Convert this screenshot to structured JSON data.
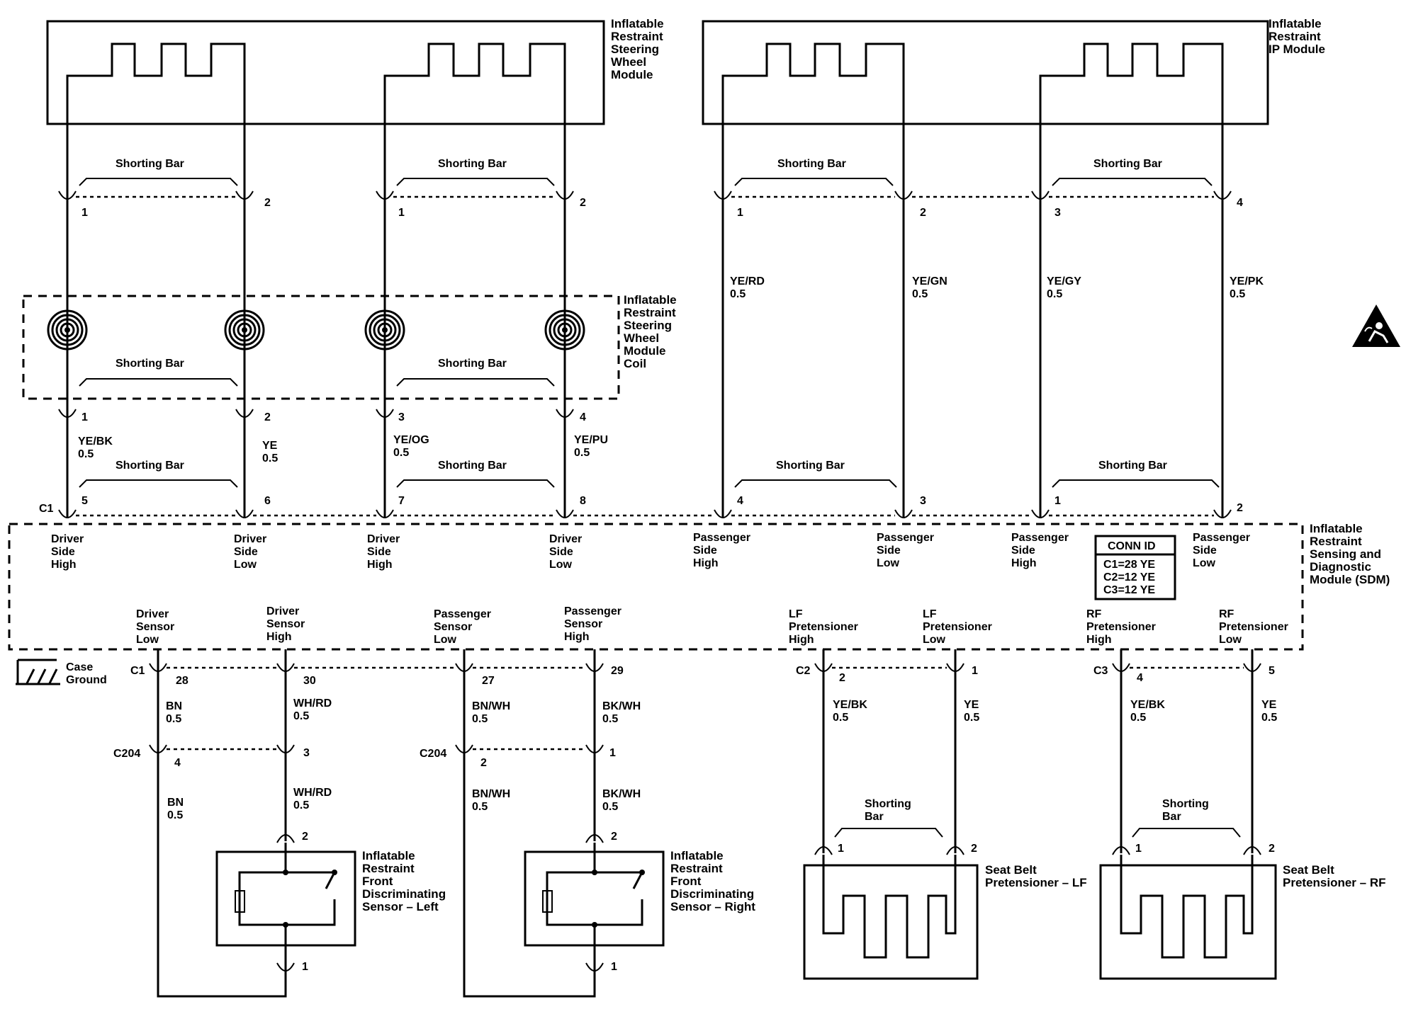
{
  "modules": {
    "sw_module": [
      "Inflatable",
      "Restraint",
      "Steering",
      "Wheel",
      "Module"
    ],
    "ip_module": [
      "Inflatable",
      "Restraint",
      "IP Module"
    ],
    "coil": [
      "Inflatable",
      "Restraint",
      "Steering",
      "Wheel",
      "Module",
      "Coil"
    ],
    "sdm": [
      "Inflatable",
      "Restraint",
      "Sensing and",
      "Diagnostic",
      "Module (SDM)"
    ],
    "lf_sensor": [
      "Inflatable",
      "Restraint",
      "Front",
      "Discriminating",
      "Sensor – Left"
    ],
    "rf_sensor": [
      "Inflatable",
      "Restraint",
      "Front",
      "Discriminating",
      "Sensor – Right"
    ],
    "lf_pret": [
      "Seat Belt",
      "Pretensioner – LF"
    ],
    "rf_pret": [
      "Seat Belt",
      "Pretensioner – RF"
    ]
  },
  "shorting_bar": "Shorting Bar",
  "shorting_bar_split": [
    "Shorting",
    "Bar"
  ],
  "pins": {
    "top_a": [
      "1",
      "2",
      "1",
      "2"
    ],
    "top_b": [
      "1",
      "2",
      "3",
      "4"
    ],
    "coil_out": [
      "1",
      "2",
      "3",
      "4"
    ],
    "c1_driver": [
      "5",
      "6",
      "7",
      "8"
    ],
    "c1_pass": [
      "4",
      "3",
      "1",
      "2"
    ],
    "c1_sensors": [
      "28",
      "30",
      "27",
      "29"
    ],
    "c2": [
      "2",
      "1"
    ],
    "c3": [
      "4",
      "5"
    ],
    "c204": [
      "4",
      "3",
      "2",
      "1"
    ],
    "sensor_pins": [
      "2",
      "1",
      "2",
      "1"
    ],
    "pret_pins": [
      "1",
      "2",
      "1",
      "2"
    ]
  },
  "wires": {
    "driver": [
      [
        "YE/BK",
        "0.5"
      ],
      [
        "YE",
        "0.5"
      ],
      [
        "YE/OG",
        "0.5"
      ],
      [
        "YE/PU",
        "0.5"
      ]
    ],
    "passenger": [
      [
        "YE/RD",
        "0.5"
      ],
      [
        "YE/GN",
        "0.5"
      ],
      [
        "YE/GY",
        "0.5"
      ],
      [
        "YE/PK",
        "0.5"
      ]
    ],
    "sensors_upper": [
      [
        "BN",
        "0.5"
      ],
      [
        "WH/RD",
        "0.5"
      ],
      [
        "BN/WH",
        "0.5"
      ],
      [
        "BK/WH",
        "0.5"
      ]
    ],
    "sensors_lower": [
      [
        "BN",
        "0.5"
      ],
      [
        "WH/RD",
        "0.5"
      ],
      [
        "BN/WH",
        "0.5"
      ],
      [
        "BK/WH",
        "0.5"
      ]
    ],
    "pretensioners": [
      [
        "YE/BK",
        "0.5"
      ],
      [
        "YE",
        "0.5"
      ],
      [
        "YE/BK",
        "0.5"
      ],
      [
        "YE",
        "0.5"
      ]
    ]
  },
  "sdm_terminals": {
    "top": [
      [
        "Driver",
        "Side",
        "High"
      ],
      [
        "Driver",
        "Side",
        "Low"
      ],
      [
        "Driver",
        "Side",
        "High"
      ],
      [
        "Driver",
        "Side",
        "Low"
      ],
      [
        "Passenger",
        "Side",
        "High"
      ],
      [
        "Passenger",
        "Side",
        "Low"
      ],
      [
        "Passenger",
        "Side",
        "High"
      ],
      [
        "Passenger",
        "Side",
        "Low"
      ]
    ],
    "bottom": [
      [
        "Driver",
        "Sensor",
        "Low"
      ],
      [
        "Driver",
        "Sensor",
        "High"
      ],
      [
        "Passenger",
        "Sensor",
        "Low"
      ],
      [
        "Passenger",
        "Sensor",
        "High"
      ],
      [
        "LF",
        "Pretensioner",
        "High"
      ],
      [
        "LF",
        "Pretensioner",
        "Low"
      ],
      [
        "RF",
        "Pretensioner",
        "High"
      ],
      [
        "RF",
        "Pretensioner",
        "Low"
      ]
    ]
  },
  "connectors": {
    "c1": "C1",
    "c2": "C2",
    "c3": "C3",
    "c204": "C204"
  },
  "conn_id": {
    "title": "CONN ID",
    "lines": [
      "C1=28 YE",
      "C2=12 YE",
      "C3=12 YE"
    ]
  },
  "case_ground": [
    "Case",
    "Ground"
  ],
  "icons": [
    "airbag-warning-icon",
    "clockspring-icon",
    "ground-icon"
  ]
}
